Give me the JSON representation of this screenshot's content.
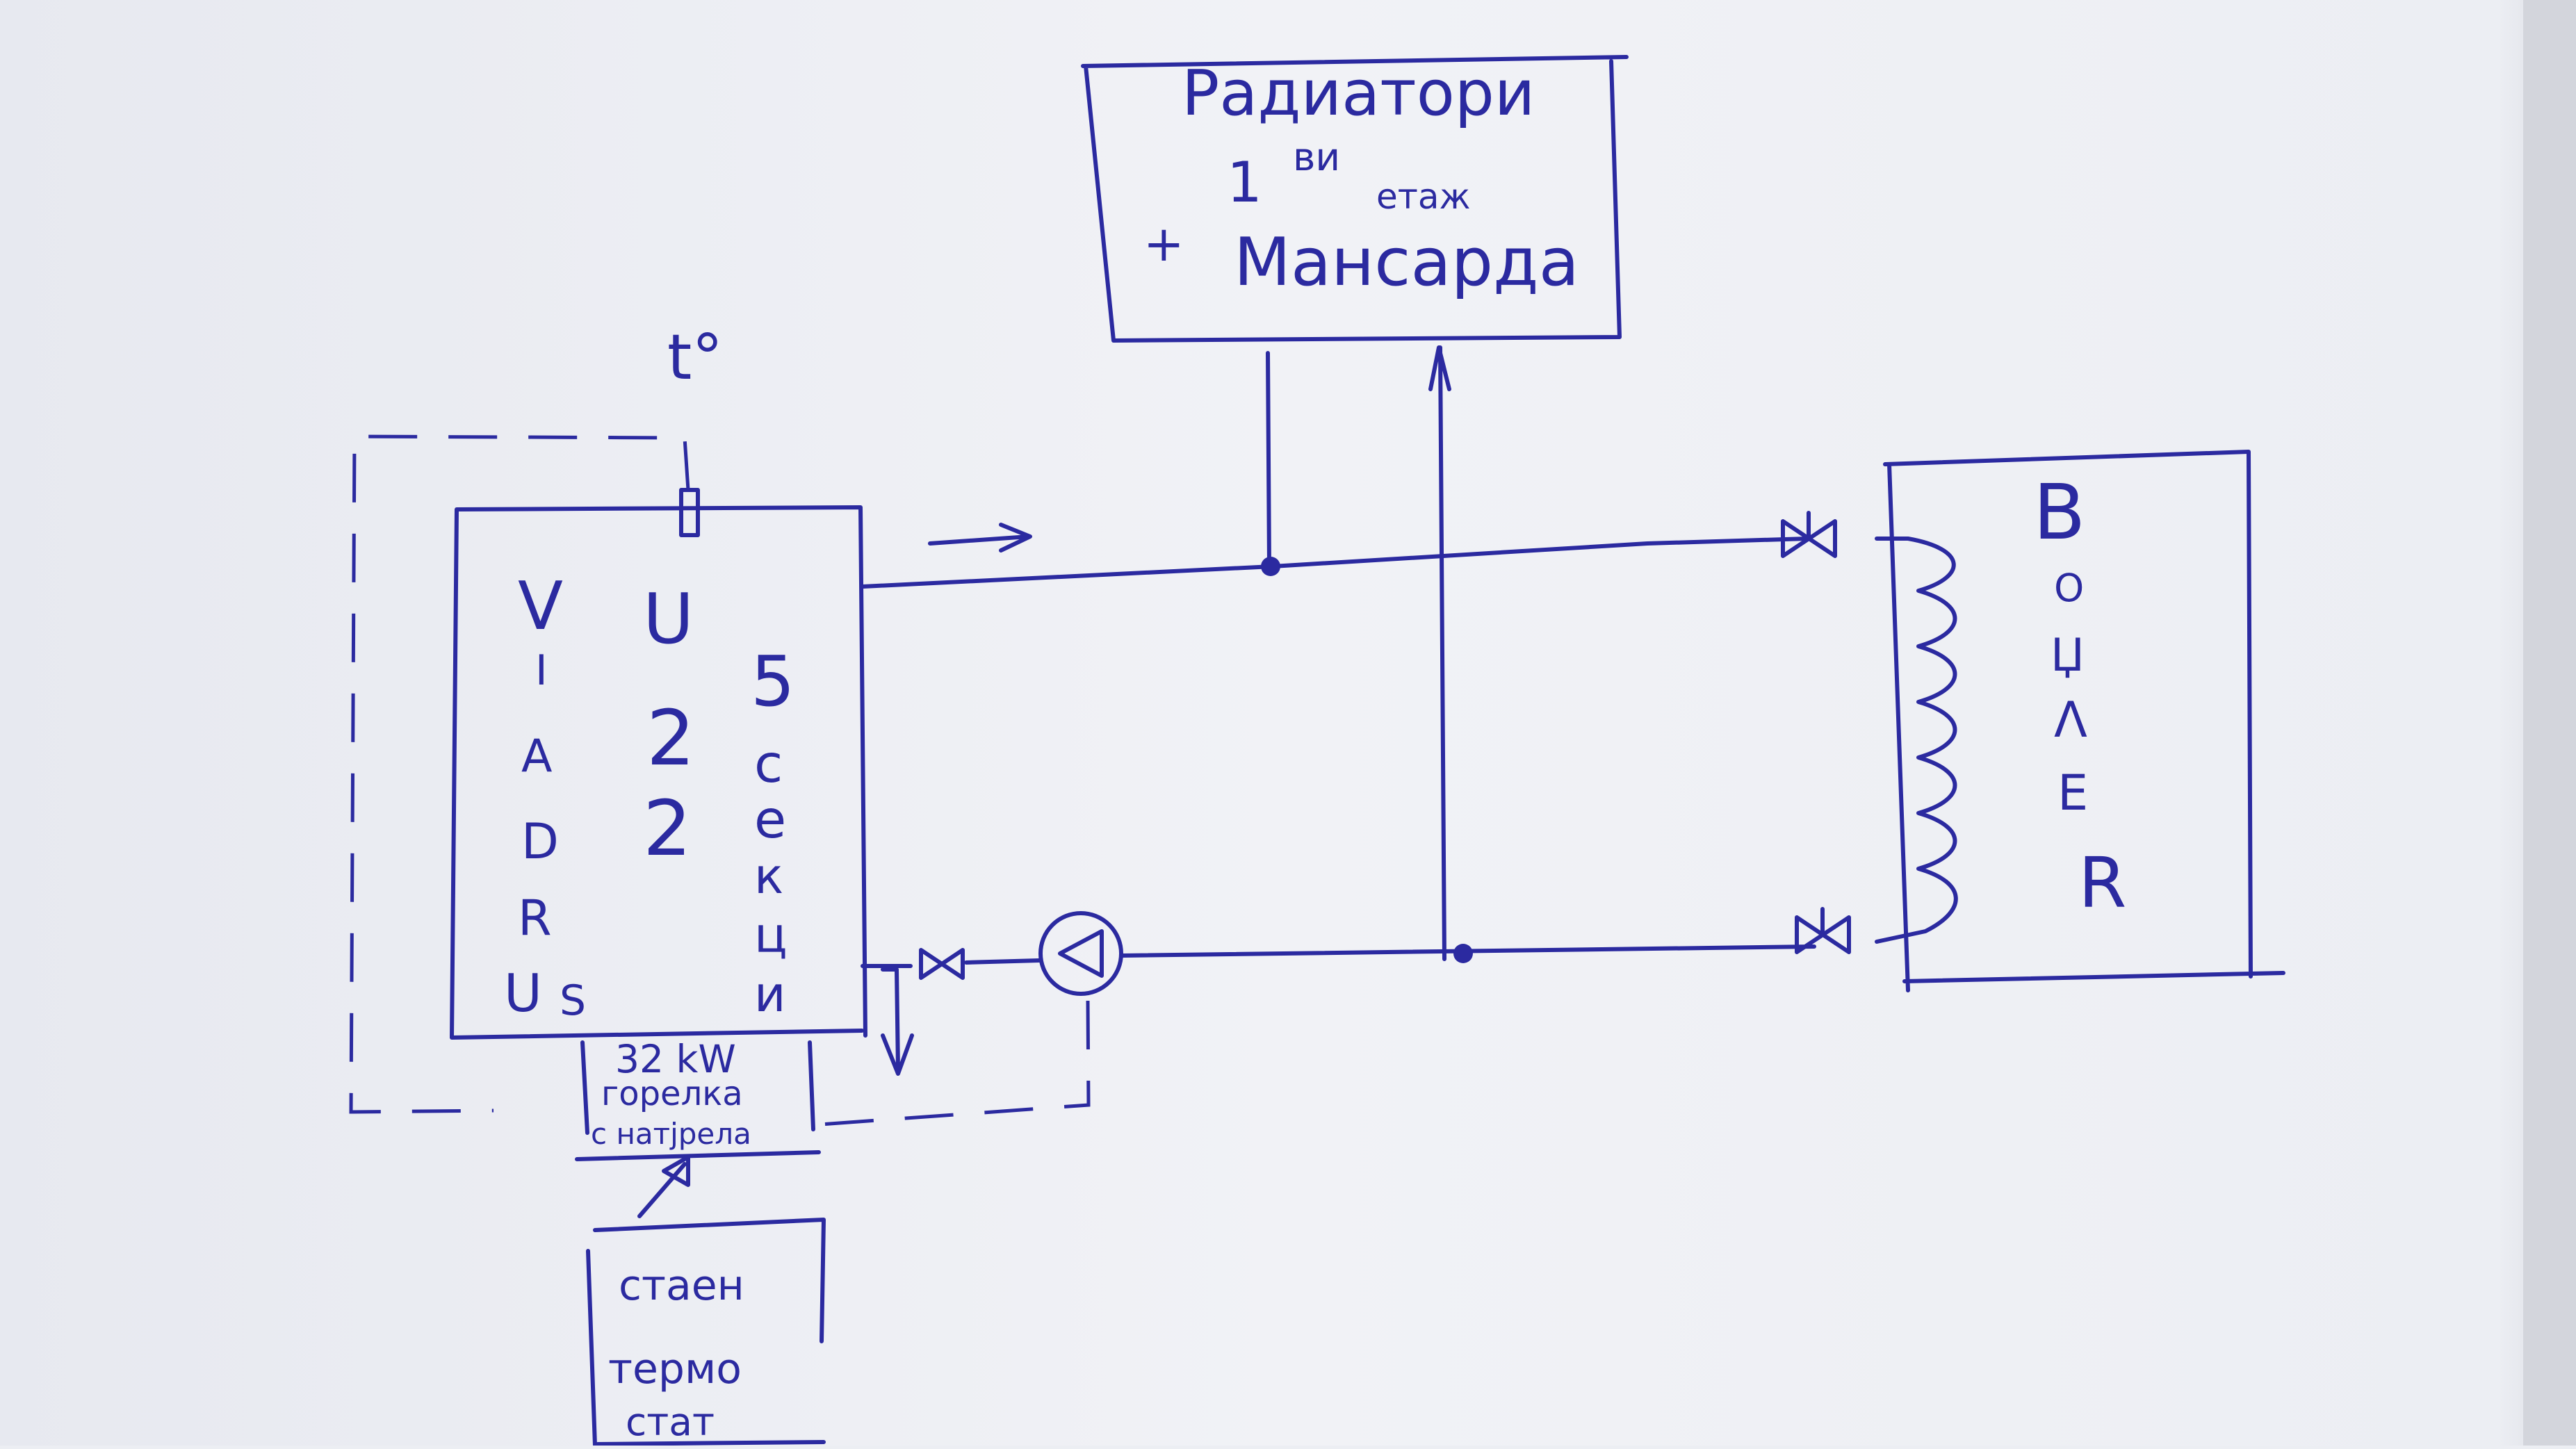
{
  "radiators": {
    "line1": "Радиатори",
    "line2_num": "1",
    "line2_a": "ви",
    "line2_b": "етаж",
    "line3_plus": "+",
    "line3": "Мансарда"
  },
  "boiler": {
    "brand_letters": [
      "V",
      "I",
      "A",
      "D",
      "R",
      "U",
      "S"
    ],
    "model_letters": [
      "U",
      "2",
      "2"
    ],
    "sections_letters": [
      "5",
      "с",
      "е",
      "к",
      "ц",
      "и"
    ]
  },
  "sensor_label": "t°",
  "burner": {
    "line1": "32 kW",
    "line2": "горелка",
    "line3": "с натјрела"
  },
  "thermostat": {
    "line1": "стаен",
    "line2": "термо",
    "line3": "стат"
  },
  "water_heater": {
    "letters": [
      "B",
      "O",
      "Џ",
      "Λ",
      "E",
      "R"
    ]
  },
  "colors": {
    "ink": "#2b2aa0",
    "paper": "#eceef3"
  }
}
